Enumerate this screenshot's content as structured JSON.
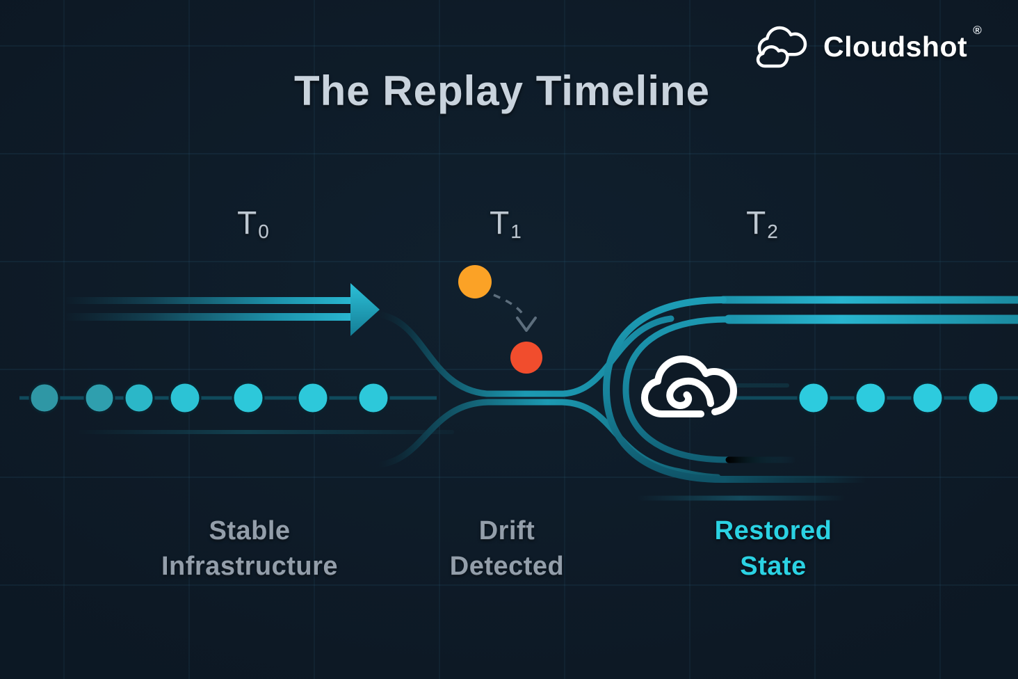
{
  "brand": {
    "name": "Cloudshot",
    "registered_mark": "®"
  },
  "title": "The Replay Timeline",
  "phases": [
    {
      "time_label": "T",
      "time_subscript": "0",
      "caption_line1": "Stable",
      "caption_line2": "Infrastructure"
    },
    {
      "time_label": "T",
      "time_subscript": "1",
      "caption_line1": "Drift",
      "caption_line2": "Detected"
    },
    {
      "time_label": "T",
      "time_subscript": "2",
      "caption_line1": "Restored",
      "caption_line2": "State"
    }
  ],
  "diagram": {
    "left_dot_count": 7,
    "right_dot_count": 4,
    "icons": {
      "cloud-logo-icon": "double cloud outline",
      "cloud-restore-icon": "cloud outline with inner spiral",
      "flow-arrow-icon": "right-pointing arrow",
      "drift-arrow-icon": "dashed curved arrow down"
    },
    "colors": {
      "background": "#0e1a26",
      "dot_teal": "#2dc8da",
      "dot_teal_muted": "#2f99a7",
      "arrow_teal": "#29b6d0",
      "drift_orange": "#fba226",
      "drift_red": "#f14d2d",
      "restored_cyan": "#2bd2e3",
      "label_gray": "#939eaa",
      "time_label_gray": "#bdc7d1",
      "title_silver": "#c9d3dd",
      "grid_line": "#3e87ad",
      "cloud_white": "#ffffff"
    }
  }
}
